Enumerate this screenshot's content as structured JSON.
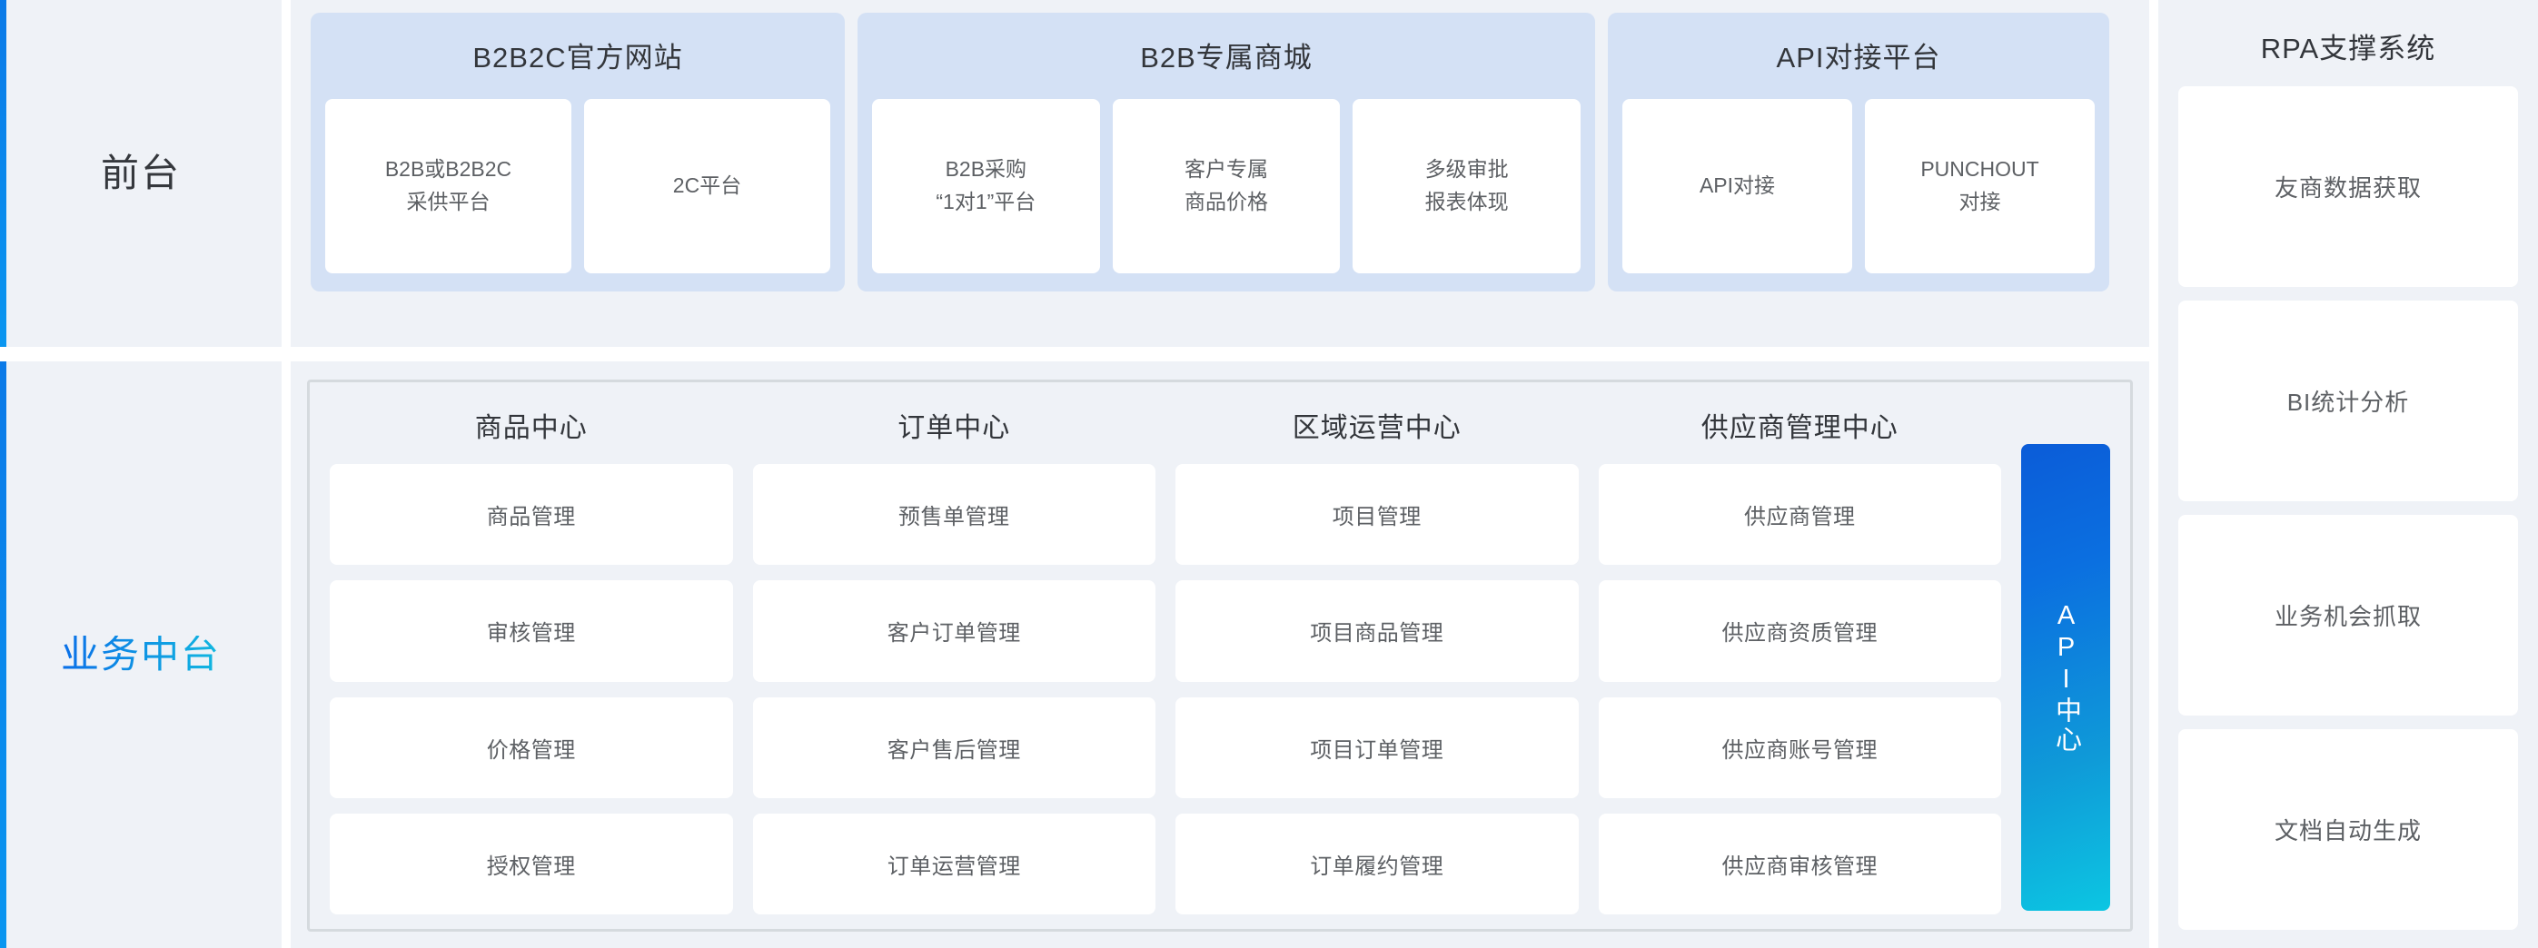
{
  "rail": {
    "front_label": "前台",
    "middle_label": "业务中台"
  },
  "colors": {
    "band_bg": "#eff2f7",
    "rail_accent": "#0a8ced",
    "group_bg": "#d4e1f5",
    "card_bg": "#ffffff",
    "title_text": "#33363b",
    "card_text": "#5d6064",
    "middle_border": "#d5dade",
    "api_gradient_from": "#0b5cd8",
    "api_gradient_to": "#0cc6e2",
    "middle_label_gradient_from": "#0a6fe8",
    "middle_label_gradient_to": "#12b8e0"
  },
  "front_stage": {
    "groups": [
      {
        "title": "B2B2C官方网站",
        "cards": [
          "B2B或B2B2C\n采供平台",
          "2C平台"
        ]
      },
      {
        "title": "B2B专属商城",
        "cards": [
          "B2B采购\n“1对1”平台",
          "客户专属\n商品价格",
          "多级审批\n报表体现"
        ]
      },
      {
        "title": "API对接平台",
        "cards": [
          "API对接",
          "PUNCHOUT\n对接"
        ]
      }
    ]
  },
  "rpa": {
    "title": "RPA支撑系统",
    "cards": [
      "友商数据获取",
      "BI统计分析",
      "业务机会抓取",
      "文档自动生成"
    ]
  },
  "middle_stage": {
    "columns": [
      {
        "title": "商品中心",
        "items": [
          "商品管理",
          "审核管理",
          "价格管理",
          "授权管理"
        ]
      },
      {
        "title": "订单中心",
        "items": [
          "预售单管理",
          "客户订单管理",
          "客户售后管理",
          "订单运营管理"
        ]
      },
      {
        "title": "区域运营中心",
        "items": [
          "项目管理",
          "项目商品管理",
          "项目订单管理",
          "订单履约管理"
        ]
      },
      {
        "title": "供应商管理中心",
        "items": [
          "供应商管理",
          "供应商资质管理",
          "供应商账号管理",
          "供应商审核管理"
        ]
      }
    ],
    "api_center_label": "API中心"
  }
}
